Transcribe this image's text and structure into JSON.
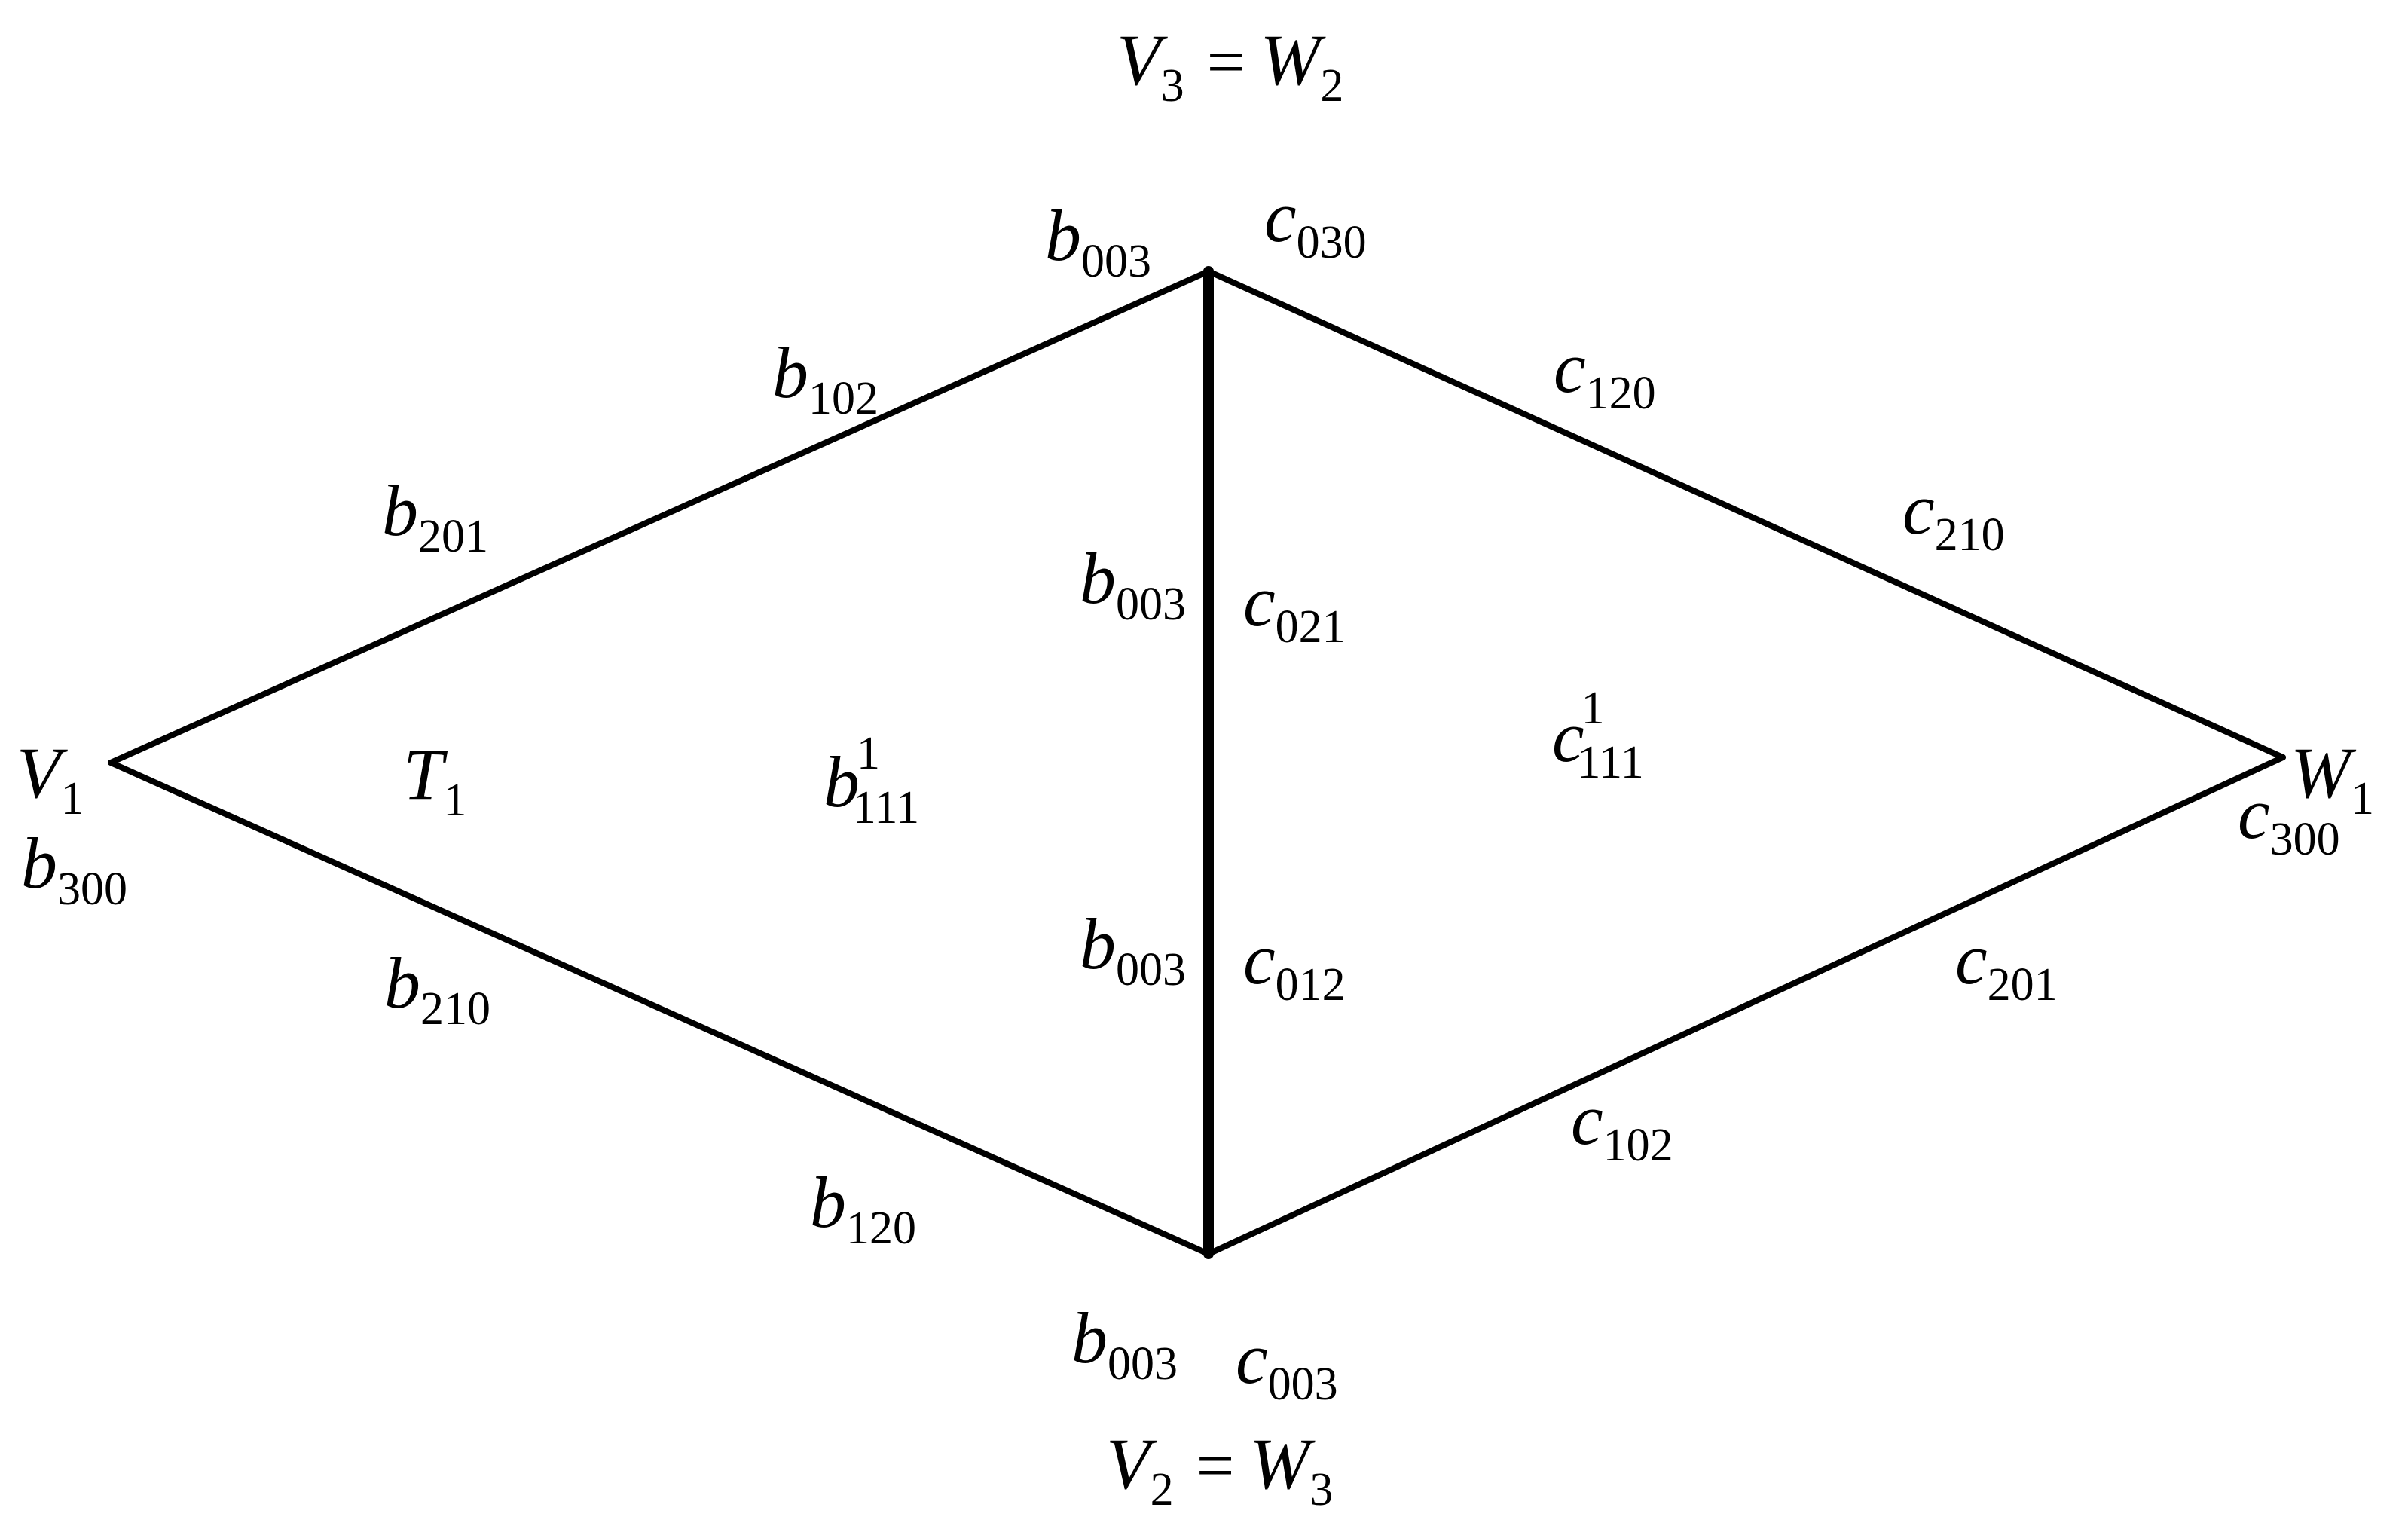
{
  "diagram": {
    "vertices": {
      "v1": {
        "base": "V",
        "sub": "1"
      },
      "w1": {
        "base": "W",
        "sub": "1"
      },
      "top": {
        "left_base": "V",
        "left_sub": "3",
        "op": "=",
        "right_base": "W",
        "right_sub": "2"
      },
      "bottom": {
        "left_base": "V",
        "left_sub": "2",
        "op": "=",
        "right_base": "W",
        "right_sub": "3"
      }
    },
    "triangle_label": {
      "base": "T",
      "sub": "1"
    },
    "left_coefficients": {
      "b300": {
        "base": "b",
        "sub": "300"
      },
      "b201": {
        "base": "b",
        "sub": "201"
      },
      "b102": {
        "base": "b",
        "sub": "102"
      },
      "b003_top": {
        "base": "b",
        "sub": "003"
      },
      "b003_upper_mid": {
        "base": "b",
        "sub": "003"
      },
      "b111": {
        "base": "b",
        "sub": "111",
        "sup": "1"
      },
      "b003_lower_mid": {
        "base": "b",
        "sub": "003"
      },
      "b210": {
        "base": "b",
        "sub": "210"
      },
      "b120": {
        "base": "b",
        "sub": "120"
      },
      "b003_bottom": {
        "base": "b",
        "sub": "003"
      }
    },
    "right_coefficients": {
      "c030": {
        "base": "c",
        "sub": "030"
      },
      "c120": {
        "base": "c",
        "sub": "120"
      },
      "c210": {
        "base": "c",
        "sub": "210"
      },
      "c021": {
        "base": "c",
        "sub": "021"
      },
      "c111": {
        "base": "c",
        "sub": "111",
        "sup": "1"
      },
      "c012": {
        "base": "c",
        "sub": "012"
      },
      "c300": {
        "base": "c",
        "sub": "300"
      },
      "c201": {
        "base": "c",
        "sub": "201"
      },
      "c102": {
        "base": "c",
        "sub": "102"
      },
      "c003": {
        "base": "c",
        "sub": "003"
      }
    }
  }
}
